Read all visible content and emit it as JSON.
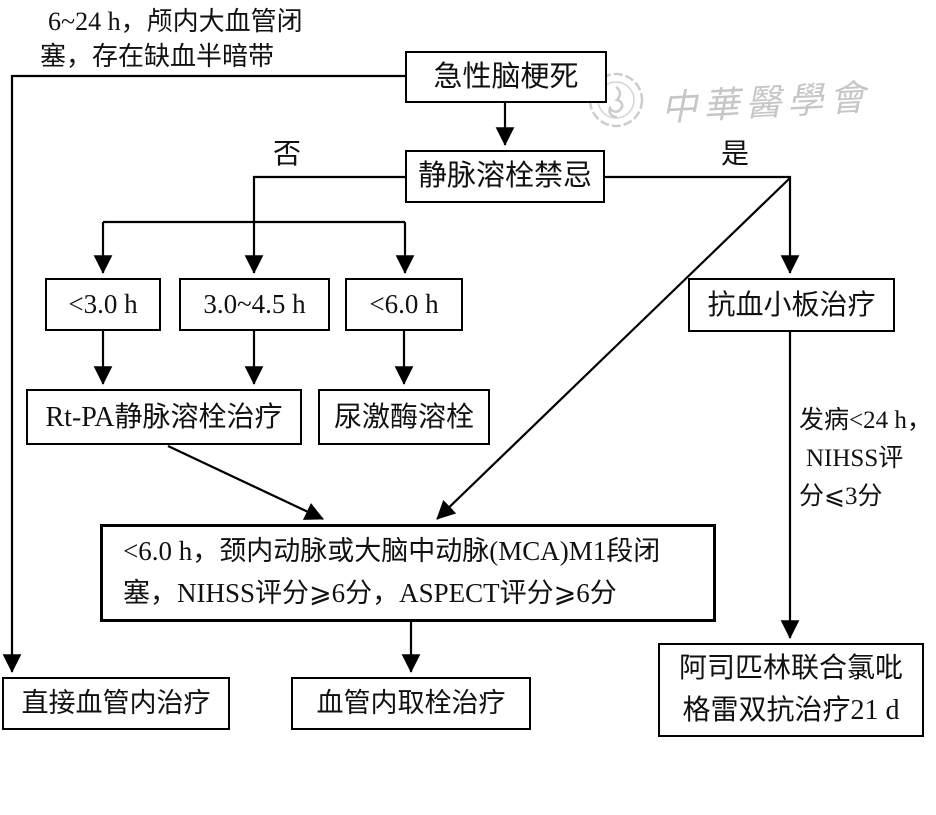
{
  "annotations": {
    "top_left_note": {
      "line1": "6~24 h，颅内大血管闭",
      "line2": "塞，存在缺血半暗带"
    },
    "no_label": "否",
    "yes_label": "是",
    "right_note": {
      "line1": "发病<24 h，",
      "line2": "NIHSS评",
      "line3": "分⩽3分"
    }
  },
  "nodes": {
    "acute": "急性脑梗死",
    "contraindication": "静脉溶栓禁忌",
    "time_lt3": "<3.0 h",
    "time_3_45": "3.0~4.5 h",
    "time_lt6": "<6.0 h",
    "rtpa": "Rt-PA静脉溶栓治疗",
    "urokinase": "尿激酶溶栓",
    "antiplatelet": "抗血小板治疗",
    "evt_criteria": {
      "line1": "<6.0 h，颈内动脉或大脑中动脉(MCA)M1段闭",
      "line2": "塞，NIHSS评分⩾6分，ASPECT评分⩾6分"
    },
    "direct_evt": "直接血管内治疗",
    "thrombectomy": "血管内取栓治疗",
    "dual_antiplatelet": {
      "line1": "阿司匹林联合氯吡",
      "line2": "格雷双抗治疗21 d"
    }
  },
  "watermark": {
    "text": "中華醫學會"
  },
  "colors": {
    "line": "#000000",
    "box_border": "#000000",
    "box_bg": "#ffffff",
    "watermark": "#c6c6c6",
    "text": "#111111"
  }
}
